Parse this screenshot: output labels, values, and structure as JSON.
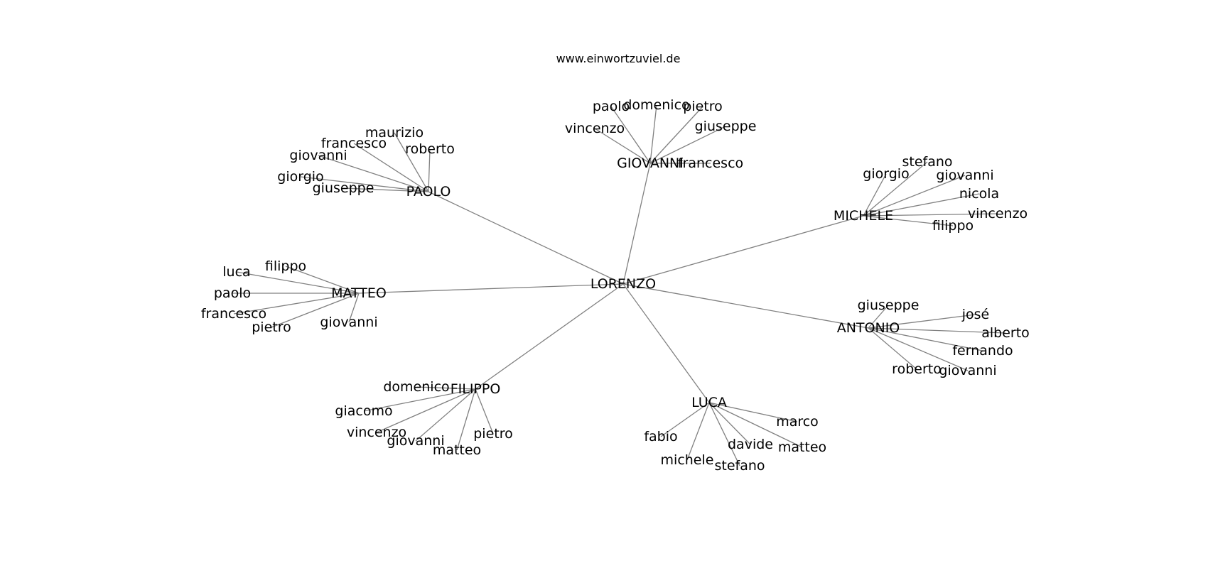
{
  "header": {
    "site": "www.einwortzuviel.de"
  },
  "graph": {
    "center": "LORENZO",
    "hubs": [
      {
        "name": "GIOVANNI",
        "children": [
          "paolo",
          "domenico",
          "pietro",
          "vincenzo",
          "giuseppe",
          "francesco"
        ]
      },
      {
        "name": "PAOLO",
        "children": [
          "maurizio",
          "francesco",
          "roberto",
          "giovanni",
          "giorgio",
          "giuseppe"
        ]
      },
      {
        "name": "MICHELE",
        "children": [
          "stefano",
          "giorgio",
          "giovanni",
          "nicola",
          "vincenzo",
          "filippo"
        ]
      },
      {
        "name": "MATTEO",
        "children": [
          "filippo",
          "luca",
          "paolo",
          "francesco",
          "pietro",
          "giovanni"
        ]
      },
      {
        "name": "ANTONIO",
        "children": [
          "giuseppe",
          "josé",
          "alberto",
          "fernando",
          "roberto",
          "giovanni"
        ]
      },
      {
        "name": "FILIPPO",
        "children": [
          "domenico",
          "giacomo",
          "vincenzo",
          "giovanni",
          "matteo",
          "pietro"
        ]
      },
      {
        "name": "LUCA",
        "children": [
          "marco",
          "fabio",
          "davide",
          "matteo",
          "michele",
          "stefano"
        ]
      }
    ]
  }
}
